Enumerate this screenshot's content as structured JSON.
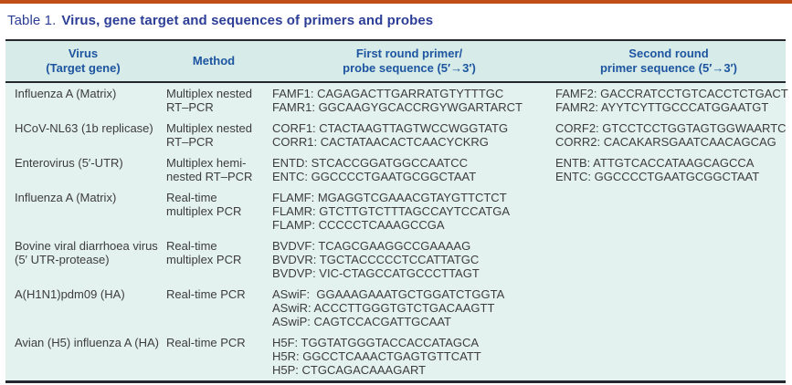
{
  "caption": {
    "prefix": "Table 1.",
    "title": "Virus, gene target and sequences of primers and probes"
  },
  "colors": {
    "accent_orange": "#c24e17",
    "title_blue": "#2c3e96",
    "header_text_blue": "#1d55a0",
    "header_bg": "#d7ebe8",
    "body_bg": "#e4f2ef",
    "rule_dark": "#26262e",
    "body_text": "#3c3c3c"
  },
  "table": {
    "headers": [
      {
        "lines": [
          "Virus",
          "(Target gene)"
        ]
      },
      {
        "lines": [
          "Method"
        ]
      },
      {
        "lines": [
          "First round primer/",
          "probe sequence (5′→3′)"
        ]
      },
      {
        "lines": [
          "Second round",
          "primer sequence (5′→3′)"
        ]
      }
    ],
    "rows": [
      {
        "virus": [
          "Influenza A (Matrix)"
        ],
        "method": [
          "Multiplex nested",
          "RT–PCR"
        ],
        "first": [
          "FAMF1: CAGAGACTTGARRATGTYTTTGC",
          "FAMR1: GGCAAGYGCACCRGYWGARTARCT"
        ],
        "second": [
          "FAMF2: GACCRATCCTGTCACCTCTGACT",
          "FAMR2: AYYTCYTTGCCCATGGAATGT"
        ]
      },
      {
        "virus": [
          "HCoV-NL63 (1b replicase)"
        ],
        "method": [
          "Multiplex nested",
          "RT–PCR"
        ],
        "first": [
          "CORF1: CTACTAAGTTAGTWCCWGGTATG",
          "CORR1: CACTATAACACTCAACYCKRG"
        ],
        "second": [
          "CORF2: GTCCTCCTGGTAGTGGWAARTC",
          "CORR2: CACAKARSGAATCAACAGCAG"
        ]
      },
      {
        "virus": [
          "Enterovirus (5′-UTR)"
        ],
        "method": [
          "Multiplex hemi-",
          "nested RT–PCR"
        ],
        "first": [
          "ENTD: STCACCGGATGGCCAATCC",
          "ENTC: GGCCCCTGAATGCGGCTAAT"
        ],
        "second": [
          "ENTB: ATTGTCACCATAAGCAGCCA",
          "ENTC: GGCCCCTGAATGCGGCTAAT"
        ]
      },
      {
        "virus": [
          "Influenza A (Matrix)"
        ],
        "method": [
          "Real-time",
          "multiplex PCR"
        ],
        "first": [
          "FLAMF: MGAGGTCGAAACGTAYGTTCTCT",
          "FLAMR: GTCTTGTCTTTAGCCAYTCCATGA",
          "FLAMP: CCCCCTCAAAGCCGA"
        ],
        "second": []
      },
      {
        "virus": [
          "Bovine viral diarrhoea virus",
          "(5′ UTR-protease)"
        ],
        "method": [
          "Real-time",
          "multiplex PCR"
        ],
        "first": [
          "BVDVF: TCAGCGAAGGCCGAAAAG",
          "BVDVR: TGCTACCCCCTCCATTATGC",
          "BVDVP: VIC-CTAGCCATGCCCTTAGT"
        ],
        "second": []
      },
      {
        "virus": [
          "A(H1N1)pdm09 (HA)"
        ],
        "method": [
          "Real-time PCR"
        ],
        "first": [
          "ASwiF:  GGAAAGAAATGCTGGATCTGGTA",
          "ASwiR: ACCCTTGGGTGTCTGACAAGTT",
          "ASwiP: CAGTCCACGATTGCAAT"
        ],
        "second": []
      },
      {
        "virus": [
          "Avian (H5) influenza A (HA)"
        ],
        "method": [
          "Real-time PCR"
        ],
        "first": [
          "H5F: TGGTATGGGTACCACCATAGCA",
          "H5R: GGCCTCAAACTGAGTGTTCATT",
          "H5P: CTGCAGACAAAGART"
        ],
        "second": []
      }
    ]
  }
}
